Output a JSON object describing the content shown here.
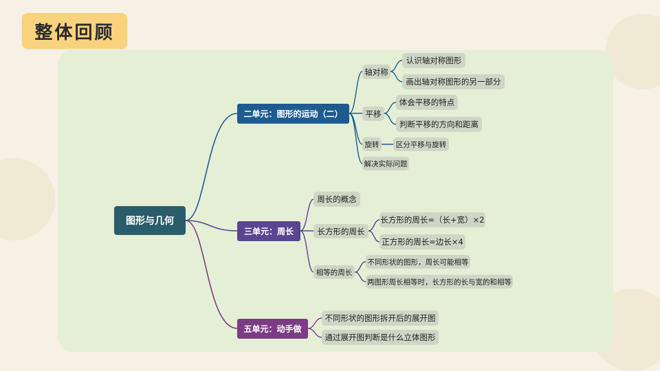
{
  "title": "整体回顾",
  "colors": {
    "blue": "#1e5b8e",
    "purple": "#5a4590",
    "magenta": "#7a3d83",
    "root": "#2a5c6b"
  },
  "mindmap": {
    "root": "图形与几何",
    "unit2": {
      "label": "二单元：图形的运动（二）",
      "axis": {
        "label": "轴对称",
        "items": [
          "认识轴对称图形",
          "画出轴对称图形的另一部分"
        ]
      },
      "translate": {
        "label": "平移",
        "items": [
          "体会平移的特点",
          "判断平移的方向和距离"
        ]
      },
      "rotate": {
        "label": "旋转",
        "items": [
          "区分平移与旋转"
        ]
      },
      "solve": "解决实际问题"
    },
    "unit3": {
      "label": "三单元：周长",
      "concept": "周长的概念",
      "rect": {
        "label": "长方形的周长",
        "items": [
          "长方形的周长=（长+宽）×2",
          "正方形的周长=边长×4"
        ]
      },
      "equal": {
        "label": "相等的周长",
        "items": [
          "不同形状的图形，周长可能相等",
          "两图形周长相等时，长方形的长与宽的和相等"
        ]
      }
    },
    "unit5": {
      "label": "五单元：动手做",
      "items": [
        "不同形状的图形拆开后的展开图",
        "通过展开图判断是什么立体图形"
      ]
    }
  }
}
